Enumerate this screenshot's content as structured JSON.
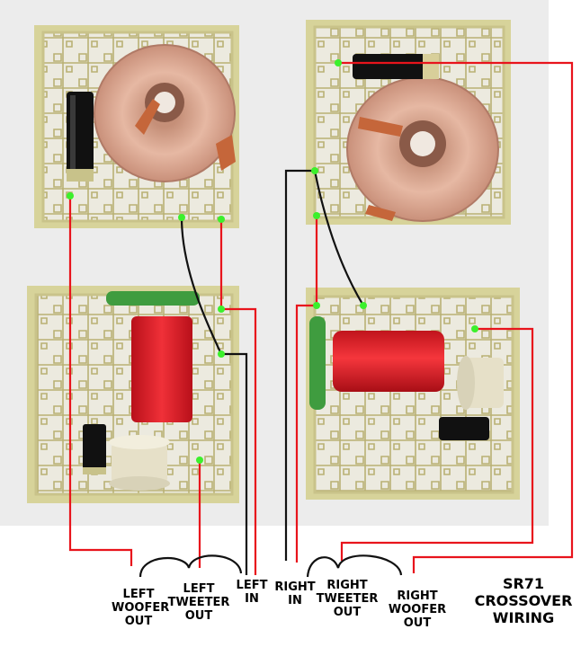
{
  "labels": {
    "left_woofer_out": [
      "LEFT",
      "WOOFER",
      "OUT"
    ],
    "left_tweeter_out": [
      "LEFT",
      "TWEETER",
      "OUT"
    ],
    "left_in": [
      "LEFT",
      "IN"
    ],
    "right_in": [
      "RIGHT",
      "IN"
    ],
    "right_tweeter_out": [
      "RIGHT",
      "TWEETER",
      "OUT"
    ],
    "right_woofer_out": [
      "RIGHT",
      "WOOFER",
      "OUT"
    ]
  },
  "title": [
    "SR71",
    "CROSSOVER",
    "WIRING"
  ],
  "colors": {
    "background": "#f2f2f2",
    "board": "#e4e2d2",
    "board_edge": "#d8d49a",
    "trace": "#b8b070",
    "wire_red": "#e8141c",
    "wire_black": "#111111",
    "dot_green": "#3cf02c",
    "coil_copper": "#d9a48a",
    "capacitor_red": "#e0202a",
    "resistor_green": "#3a9a3a"
  }
}
